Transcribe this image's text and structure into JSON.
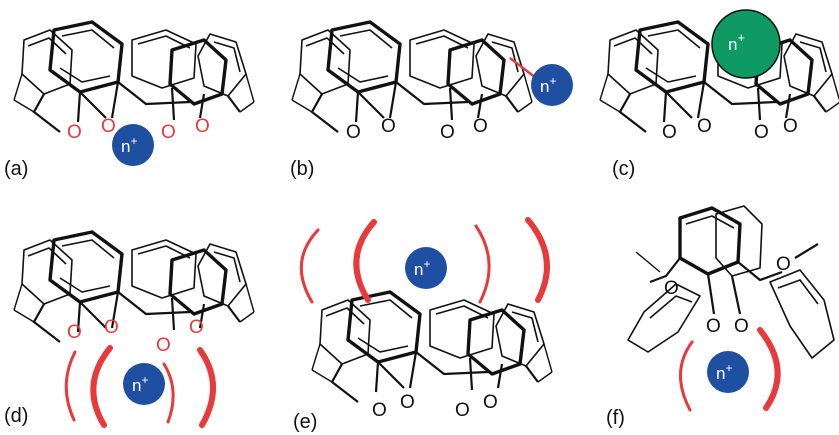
{
  "colors": {
    "ion_blue": "#1f4fa0",
    "ion_green": "#0f9a63",
    "highlight_red": "#e8393b",
    "line": "#111111"
  },
  "ion": {
    "base": "n",
    "charge": "+"
  },
  "oxygen_symbol": "O",
  "panels": [
    {
      "id": "a",
      "label": "(a)"
    },
    {
      "id": "b",
      "label": "(b)"
    },
    {
      "id": "c",
      "label": "(c)"
    },
    {
      "id": "d",
      "label": "(d)"
    },
    {
      "id": "e",
      "label": "(e)"
    },
    {
      "id": "f",
      "label": "(f)"
    }
  ]
}
